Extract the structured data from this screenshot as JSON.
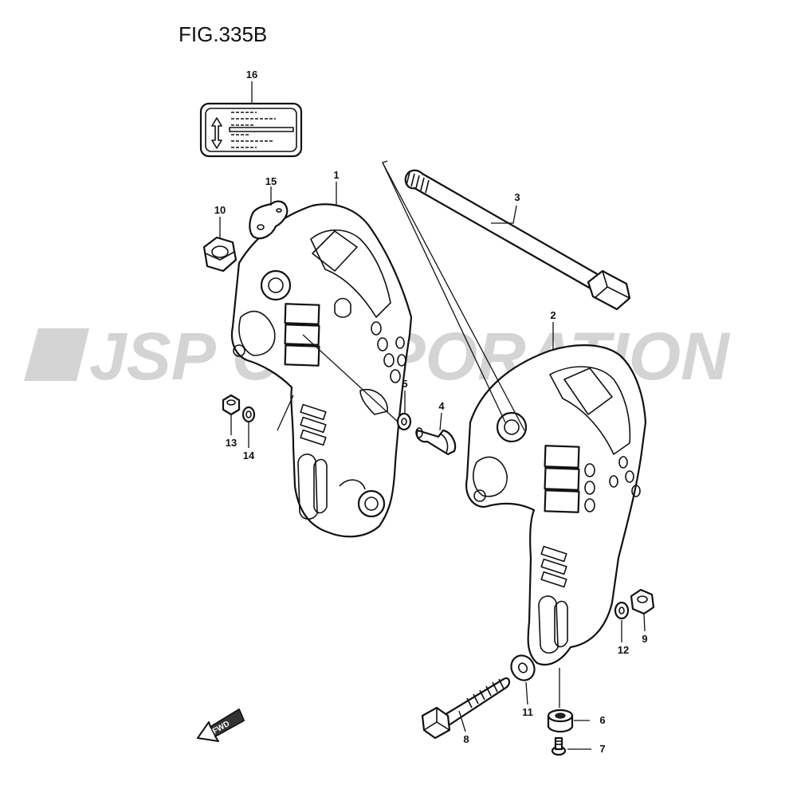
{
  "figure": {
    "title": "FIG.335B"
  },
  "watermark": {
    "text": "JSP CORPORATION",
    "color": "#d4d4d4"
  },
  "callouts": [
    {
      "id": "c1",
      "label": "1"
    },
    {
      "id": "c2",
      "label": "2"
    },
    {
      "id": "c3",
      "label": "3"
    },
    {
      "id": "c4",
      "label": "4"
    },
    {
      "id": "c5",
      "label": "5"
    },
    {
      "id": "c6",
      "label": "6"
    },
    {
      "id": "c7",
      "label": "7"
    },
    {
      "id": "c8",
      "label": "8"
    },
    {
      "id": "c9",
      "label": "9"
    },
    {
      "id": "c10",
      "label": "10"
    },
    {
      "id": "c11",
      "label": "11"
    },
    {
      "id": "c12",
      "label": "12"
    },
    {
      "id": "c13",
      "label": "13"
    },
    {
      "id": "c14",
      "label": "14"
    },
    {
      "id": "c15",
      "label": "15"
    },
    {
      "id": "c16",
      "label": "16"
    }
  ],
  "direction_arrow": {
    "label": "FWD"
  }
}
